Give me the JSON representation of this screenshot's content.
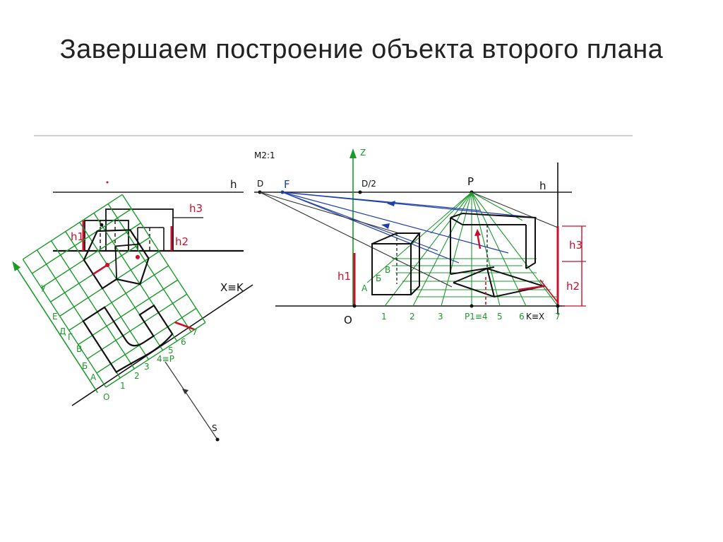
{
  "slide": {
    "title": "Завершаем построение объекта второго плана"
  },
  "colors": {
    "accent": "#1b9a2a",
    "red": "#c8102e",
    "blue": "#1f3fa8",
    "ink": "#111111"
  },
  "drawing": {
    "scale_label": "M2:1",
    "horizon_left": "h",
    "horizon_right": "h",
    "point_D": "D",
    "point_F": "F",
    "point_D2": "D/2",
    "point_P": "P",
    "axis_Z": "Z",
    "origin": "O",
    "height_labels": [
      "h1",
      "h2",
      "h3"
    ],
    "front_marks": [
      "1",
      "2",
      "3",
      "P1≡4",
      "5",
      "6",
      "K≡X",
      "7"
    ],
    "plan_axis_label": "X≡K",
    "plan_y_label": "y",
    "plan_letters": [
      "E",
      "Д",
      "Г",
      "В",
      "Б",
      "А"
    ],
    "plan_numbers": [
      "O",
      "1",
      "2",
      "3",
      "4≡P",
      "5",
      "6",
      "7"
    ],
    "point_S": "S",
    "box_letters": [
      "A",
      "Б",
      "В"
    ]
  }
}
